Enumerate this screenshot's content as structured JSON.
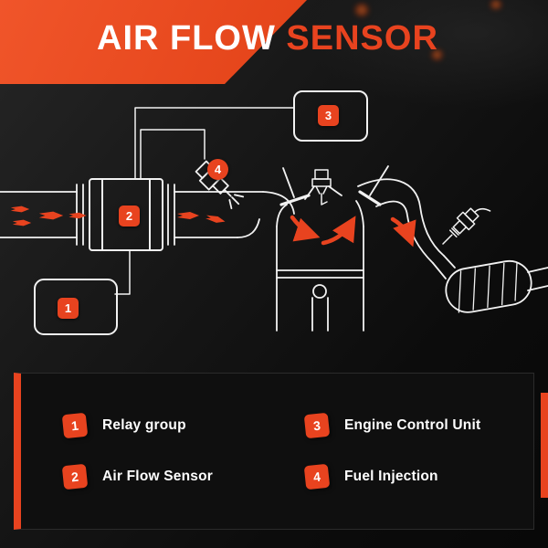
{
  "header": {
    "title_white": "AIR FLOW",
    "title_accent": "SENSOR"
  },
  "colors": {
    "accent": "#e8431f",
    "line": "#f2f2f2",
    "background": "#141414",
    "panel": "#0f0f0f"
  },
  "diagram": {
    "badges": [
      {
        "num": "1",
        "label": "Relay group"
      },
      {
        "num": "2",
        "label": "Air Flow Sensor"
      },
      {
        "num": "3",
        "label": "Engine Control Unit"
      },
      {
        "num": "4",
        "label": "Fuel Injection"
      }
    ]
  },
  "legend": {
    "items": [
      {
        "num": "1",
        "label": "Relay group"
      },
      {
        "num": "2",
        "label": "Air Flow Sensor"
      },
      {
        "num": "3",
        "label": "Engine Control Unit"
      },
      {
        "num": "4",
        "label": "Fuel Injection"
      }
    ]
  }
}
